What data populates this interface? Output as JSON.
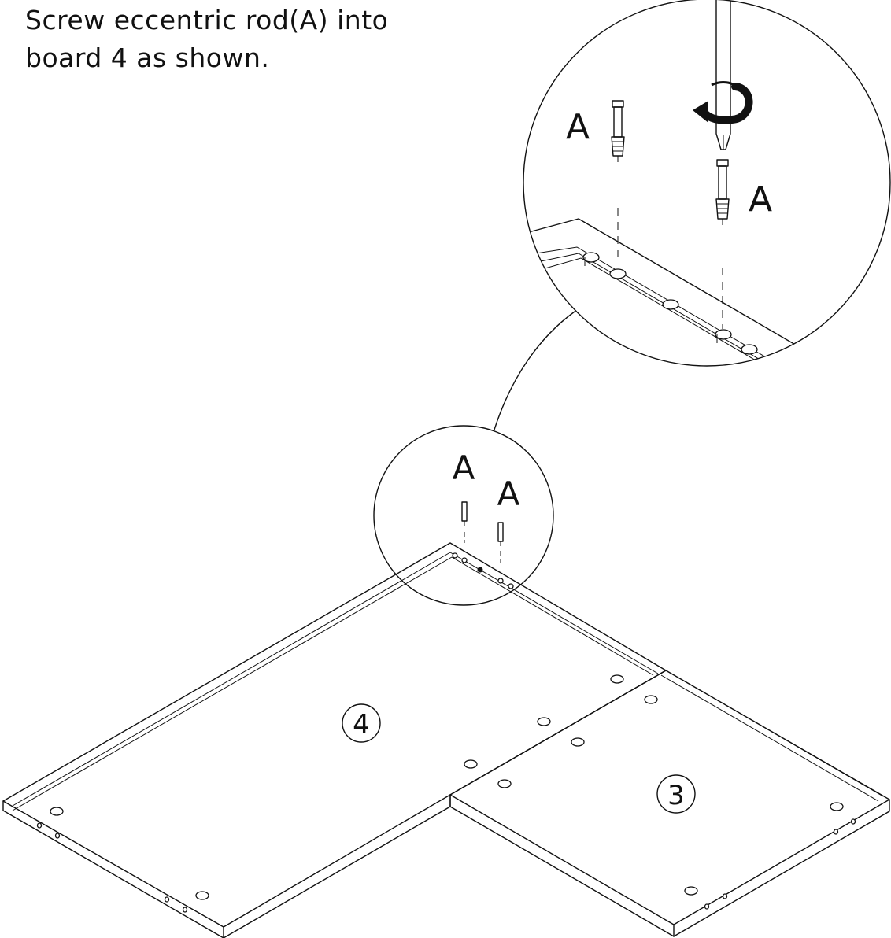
{
  "instruction": {
    "line1": "Screw eccentric rod(A) into",
    "line2": "board 4 as shown."
  },
  "labels": {
    "part_a": "A",
    "board_4": "4",
    "board_3": "3"
  },
  "colors": {
    "line": "#111111",
    "background": "#ffffff"
  }
}
